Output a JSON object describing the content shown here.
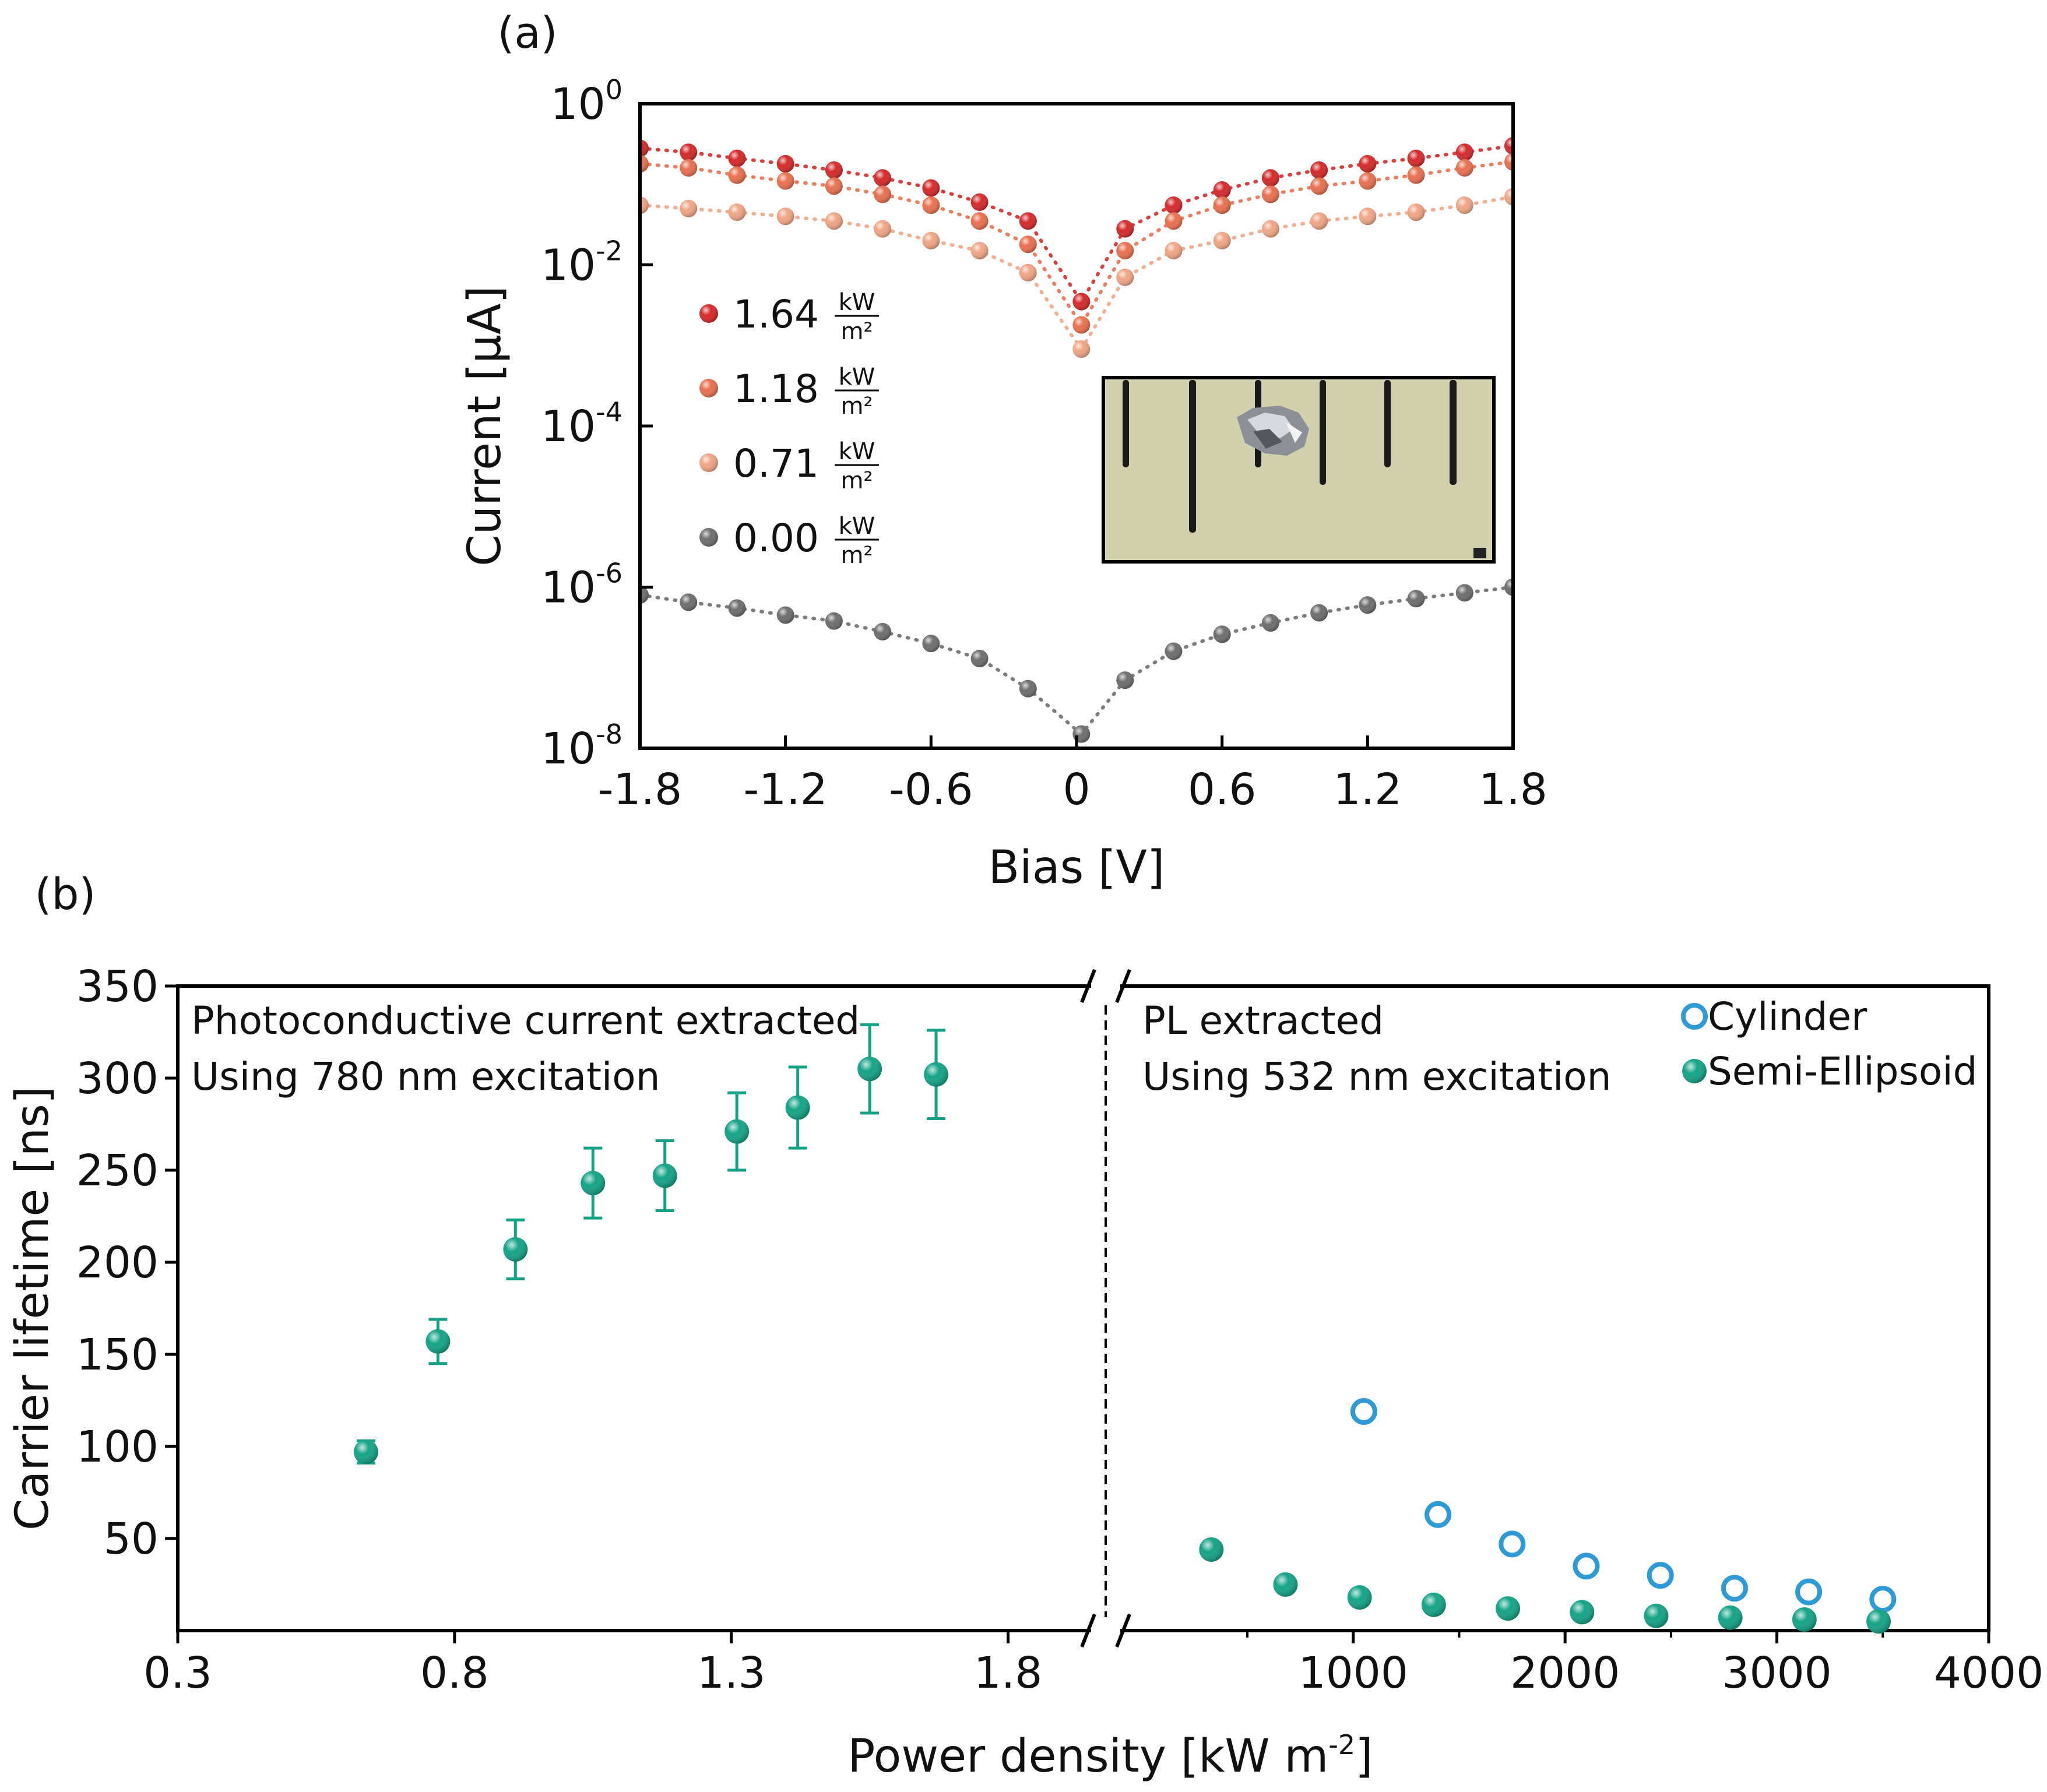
{
  "chart_data": [
    {
      "panel_label": "(a)",
      "type": "scatter",
      "xlabel": "Bias [V]",
      "ylabel": "Current [μA]",
      "xlim": [
        -1.8,
        1.8
      ],
      "ylim": [
        1e-08,
        1
      ],
      "yscale": "log",
      "x_ticks": [
        -1.8,
        -1.2,
        -0.6,
        0,
        0.6,
        1.2,
        1.8
      ],
      "x_tick_labels": [
        "-1.8",
        "-1.2",
        "-0.6",
        "0",
        "0.6",
        "1.2",
        "1.8"
      ],
      "y_ticks": [
        1e-08,
        1e-06,
        0.0001,
        0.01,
        1
      ],
      "y_tick_bases": [
        "10",
        "10",
        "10",
        "10",
        "10"
      ],
      "y_tick_exponents": [
        "-8",
        "-6",
        "-4",
        "-2",
        "0"
      ],
      "legend_placement": "center-left",
      "legend_unit_numerator": "kW",
      "legend_unit_denominator": "m²",
      "inset": "photograph of crystal on ruler",
      "x": [
        -1.8,
        -1.6,
        -1.4,
        -1.2,
        -1.0,
        -0.8,
        -0.6,
        -0.4,
        -0.2,
        0.02,
        0.2,
        0.4,
        0.6,
        0.8,
        1.0,
        1.2,
        1.4,
        1.6,
        1.8
      ],
      "series": [
        {
          "name": "1.64",
          "color": "#d42a2a",
          "values": [
            0.28,
            0.25,
            0.21,
            0.18,
            0.15,
            0.12,
            0.09,
            0.06,
            0.035,
            0.0035,
            0.028,
            0.055,
            0.085,
            0.12,
            0.15,
            0.18,
            0.21,
            0.25,
            0.3
          ]
        },
        {
          "name": "1.18",
          "color": "#e8704f",
          "values": [
            0.18,
            0.16,
            0.13,
            0.11,
            0.095,
            0.075,
            0.055,
            0.035,
            0.018,
            0.0018,
            0.015,
            0.035,
            0.055,
            0.075,
            0.095,
            0.11,
            0.13,
            0.16,
            0.19
          ]
        },
        {
          "name": "0.71",
          "color": "#f0a585",
          "values": [
            0.055,
            0.05,
            0.045,
            0.04,
            0.035,
            0.028,
            0.02,
            0.015,
            0.008,
            0.0009,
            0.007,
            0.015,
            0.02,
            0.028,
            0.035,
            0.04,
            0.045,
            0.055,
            0.07
          ]
        },
        {
          "name": "0.00",
          "color": "#6e6e6e",
          "values": [
            8e-07,
            6.5e-07,
            5.5e-07,
            4.5e-07,
            3.8e-07,
            2.8e-07,
            2e-07,
            1.3e-07,
            5.5e-08,
            1.5e-08,
            7e-08,
            1.6e-07,
            2.6e-07,
            3.6e-07,
            4.8e-07,
            6e-07,
            7.2e-07,
            8.5e-07,
            1e-06
          ]
        }
      ]
    },
    {
      "panel_label": "(b)",
      "type": "scatter",
      "xlabel": "Power density [kW m",
      "xlabel_sup": "-2",
      "xlabel_end": "]",
      "ylabel": "Carrier lifetime [ns]",
      "ylim": [
        0,
        350
      ],
      "y_ticks": [
        50,
        100,
        150,
        200,
        250,
        300,
        350
      ],
      "broken_x_axis": true,
      "left_segment": {
        "xlim": [
          0.3,
          1.95
        ],
        "x_ticks": [
          0.3,
          0.8,
          1.3,
          1.8
        ],
        "x_tick_labels": [
          "0.3",
          "0.8",
          "1.3",
          "1.8"
        ],
        "annotation": [
          "Photoconductive current extracted",
          "Using 780 nm excitation"
        ],
        "series": [
          {
            "name": "",
            "color": "#14a387",
            "x": [
              0.64,
              0.77,
              0.91,
              1.05,
              1.18,
              1.31,
              1.42,
              1.55,
              1.67
            ],
            "y": [
              97,
              157,
              207,
              243,
              247,
              271,
              284,
              305,
              302
            ],
            "yerr": [
              6,
              12,
              16,
              19,
              19,
              21,
              22,
              24,
              24
            ]
          }
        ]
      },
      "right_segment": {
        "xlim": [
          -100,
          4000
        ],
        "x_ticks": [
          1000,
          2000,
          3000,
          4000
        ],
        "x_tick_labels": [
          "1000",
          "2000",
          "3000",
          "4000"
        ],
        "annotation": [
          "PL extracted",
          "Using 532 nm excitation"
        ],
        "legend_placement": "top-right",
        "series": [
          {
            "name": "Cylinder",
            "marker": "open-circle",
            "color": "#2e9ad6",
            "x": [
              1050,
              1400,
              1750,
              2100,
              2450,
              2800,
              3150,
              3500
            ],
            "y": [
              119,
              63,
              47,
              35,
              30,
              23,
              21,
              17
            ]
          },
          {
            "name": "Semi-Ellipsoid",
            "marker": "filled-circle",
            "color": "#14a387",
            "x": [
              330,
              680,
              1030,
              1380,
              1730,
              2080,
              2430,
              2780,
              3130,
              3480
            ],
            "y": [
              44,
              25,
              18,
              14,
              12,
              10,
              8,
              7,
              6,
              5
            ]
          }
        ]
      }
    }
  ]
}
